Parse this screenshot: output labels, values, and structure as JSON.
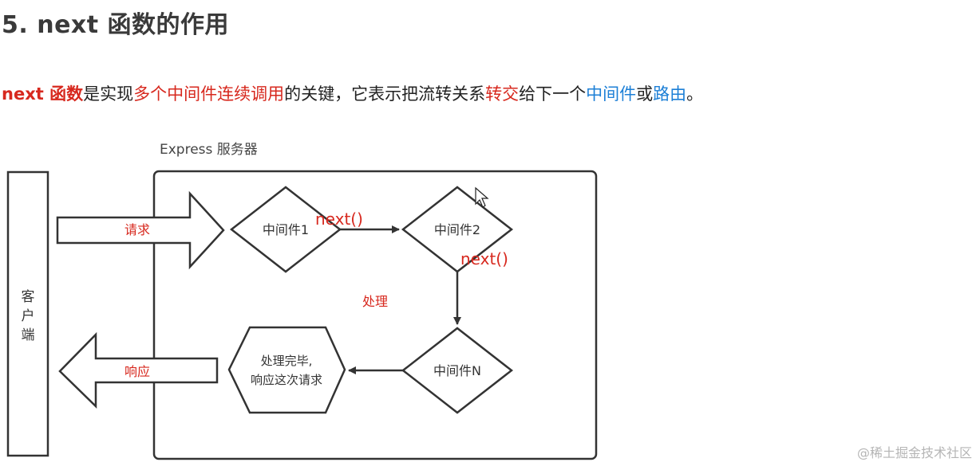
{
  "title": "5. next 函数的作用",
  "description": {
    "p1": "next 函数",
    "p2": "是实现",
    "p3": "多个中间件连续调用",
    "p4": "的关键，它表示把流转关系",
    "p5": "转交",
    "p6": "给下一个",
    "p7": "中间件",
    "p8": "或",
    "p9": "路由",
    "p10": "。"
  },
  "diagram": {
    "server_label": "Express 服务器",
    "client_label": [
      "客",
      "户",
      "端"
    ],
    "request_label": "请求",
    "response_label": "响应",
    "middleware1": "中间件1",
    "middleware2": "中间件2",
    "middlewareN": "中间件N",
    "next1": "next()",
    "next2": "next()",
    "processing": "处理",
    "done_line1": "处理完毕,",
    "done_line2": "响应这次请求"
  },
  "watermark": "@稀土掘金技术社区",
  "colors": {
    "red": "#d7281e",
    "blue": "#1c7fd6"
  }
}
